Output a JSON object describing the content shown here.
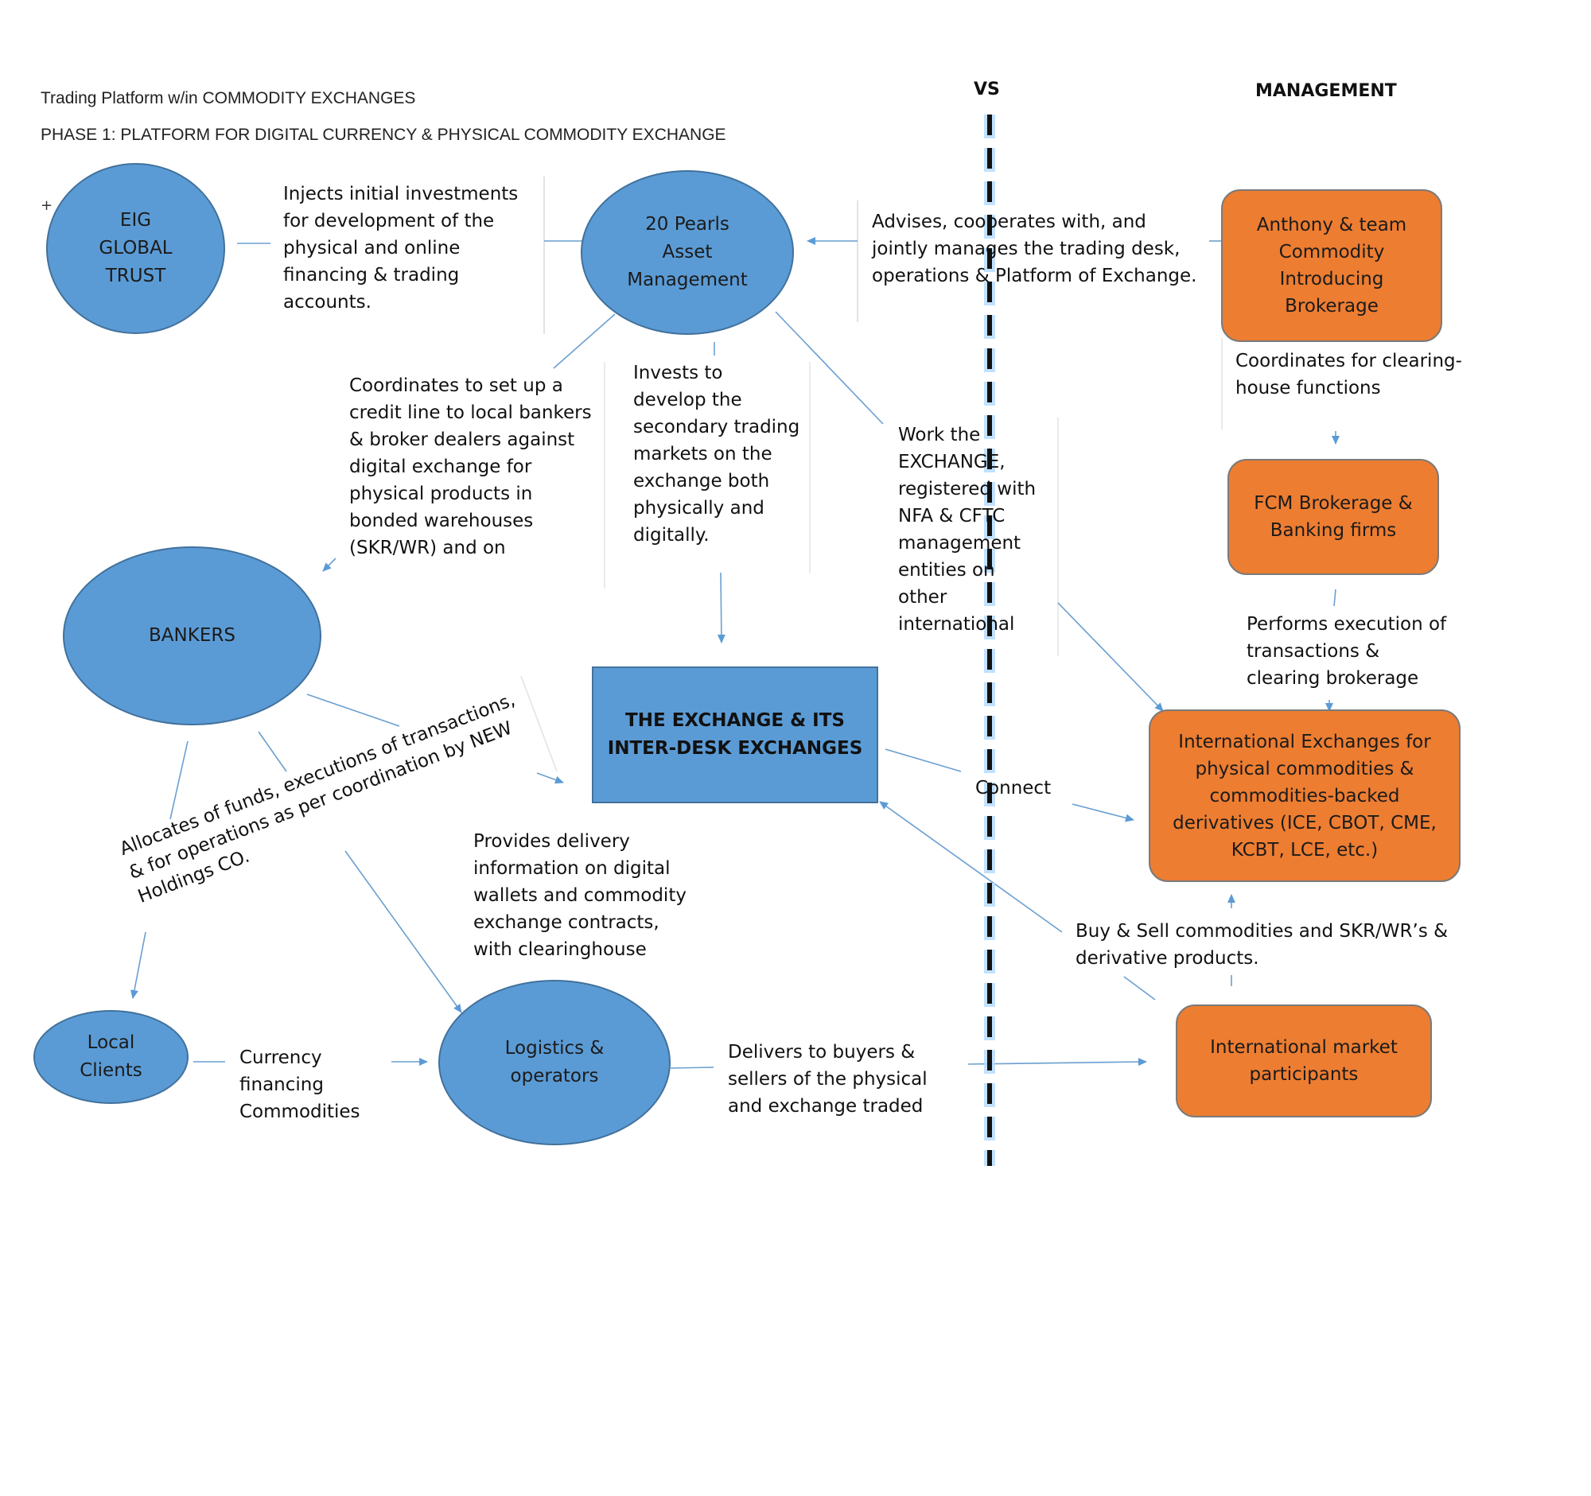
{
  "header": {
    "line1": "Trading Platform w/in COMMODITY EXCHANGES",
    "line2": "PHASE 1: PLATFORM FOR DIGITAL CURRENCY & PHYSICAL COMMODITY EXCHANGE"
  },
  "columns": {
    "vs": "VS",
    "management": "MANAGEMENT"
  },
  "marker": "+",
  "nodes": {
    "eig": "EIG\nGLOBAL\nTRUST",
    "pearls": "20 Pearls\nAsset\nManagement",
    "bankers": "BANKERS",
    "exchange": "THE EXCHANGE & ITS\nINTER-DESK EXCHANGES",
    "local_clients": "Local\nClients",
    "logistics": "Logistics &\noperators",
    "anthony": "Anthony & team\nCommodity\nIntroducing\nBrokerage",
    "fcm": "FCM Brokerage &\nBanking firms",
    "intl_exchanges": "International Exchanges for\nphysical commodities &\ncommodities-backed\nderivatives (ICE, CBOT, CME,\nKCBT, LCE, etc.)",
    "intl_participants": "International market\nparticipants"
  },
  "labels": {
    "injects": "Injects initial investments\nfor development of the\nphysical and online\nfinancing & trading\naccounts.",
    "advises": "Advises, cooperates with, and\njointly manages the trading desk,\noperations & Platform of Exchange.",
    "coordinates_credit": "Coordinates to set up a\ncredit line to local bankers\n& broker dealers against\ndigital exchange for\nphysical products in\nbonded warehouses\n(SKR/WR) and on",
    "invests": "Invests to\ndevelop the\nsecondary trading\nmarkets on the\nexchange both\nphysically and\ndigitally.",
    "work_exchange": "Work the\nEXCHANGE,\nregistered with\nNFA & CFTC\nmanagement\nentities on\nother\ninternational",
    "coordinates_clearing": "Coordinates for clearing-\nhouse functions",
    "performs": "Performs execution of\ntransactions &\nclearing brokerage",
    "allocates": "Allocates of funds, executions of transactions,\n& for operations as per coordination by NEW\nHoldings CO.",
    "connect": "Connect",
    "provides": "Provides delivery\ninformation on digital\nwallets and commodity\nexchange contracts,\nwith clearinghouse",
    "buy_sell": "Buy & Sell commodities and SKR/WR’s &\nderivative products.",
    "currency": "Currency\nfinancing\nCommodities",
    "delivers": "Delivers to buyers &\nsellers of the physical\nand exchange traded"
  }
}
